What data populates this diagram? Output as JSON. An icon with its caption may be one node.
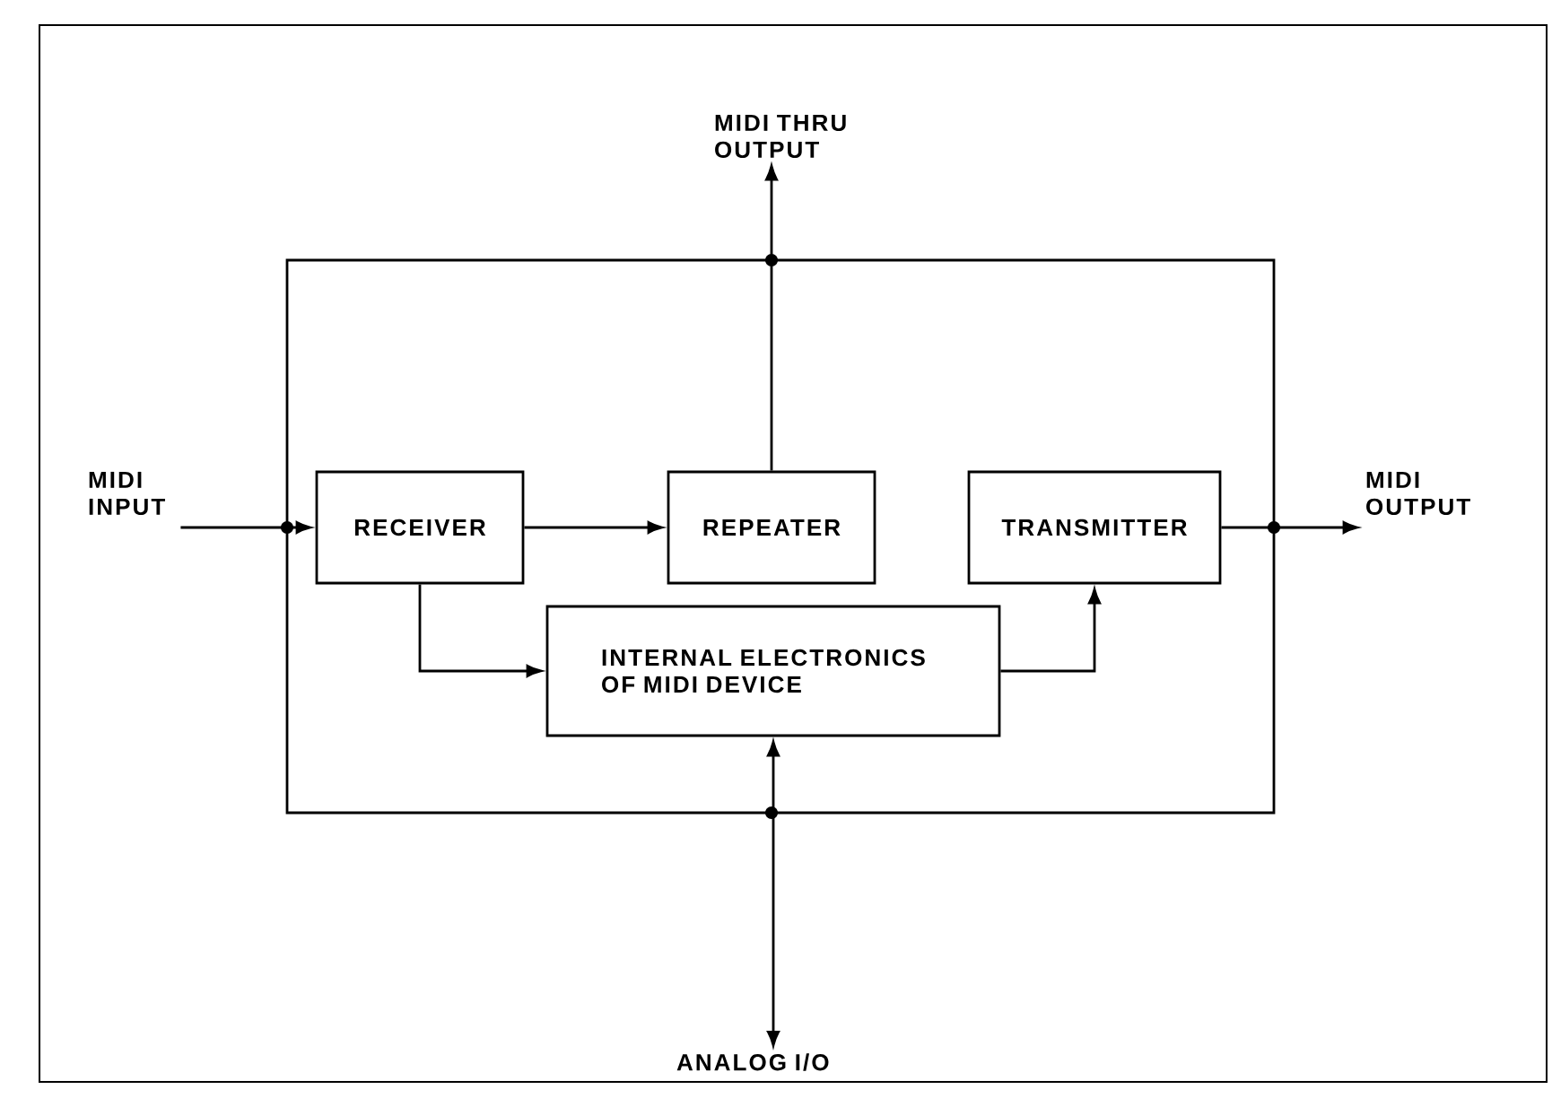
{
  "diagram": {
    "nodes": [
      {
        "text": [
          "MIDI THRU OUTPUT"
        ]
      },
      {
        "text": [],
        "shape": "box"
      },
      {
        "text": [
          "MIDI INPUT"
        ]
      },
      {
        "text": [
          "RECEIVER"
        ],
        "in": 1
      },
      {
        "text": [
          "REPEATER"
        ],
        "in": 1
      },
      {
        "text": [
          "TRANSMITTER"
        ],
        "in": 1
      },
      {
        "text": [
          "MIDI OUTPUT"
        ]
      },
      {
        "text": [
          "INTERNAL ELECTRONICS OF MIDI DEVICE"
        ],
        "in": 1
      },
      {
        "text": [
          "ANALOG I/O"
        ]
      }
    ],
    "edges": [
      {
        "from": 2,
        "to": 3,
        "arrow": "to"
      },
      {
        "from": 3,
        "to": 4,
        "arrow": "to"
      },
      {
        "from": 4,
        "to": 0,
        "arrow": "to"
      },
      {
        "from": 5,
        "to": 6,
        "arrow": "to"
      },
      {
        "from": 3,
        "to": 7,
        "arrow": "to"
      },
      {
        "from": 7,
        "to": 5,
        "arrow": "to"
      },
      {
        "from": 7,
        "to": 8,
        "arrow": "both"
      }
    ]
  }
}
